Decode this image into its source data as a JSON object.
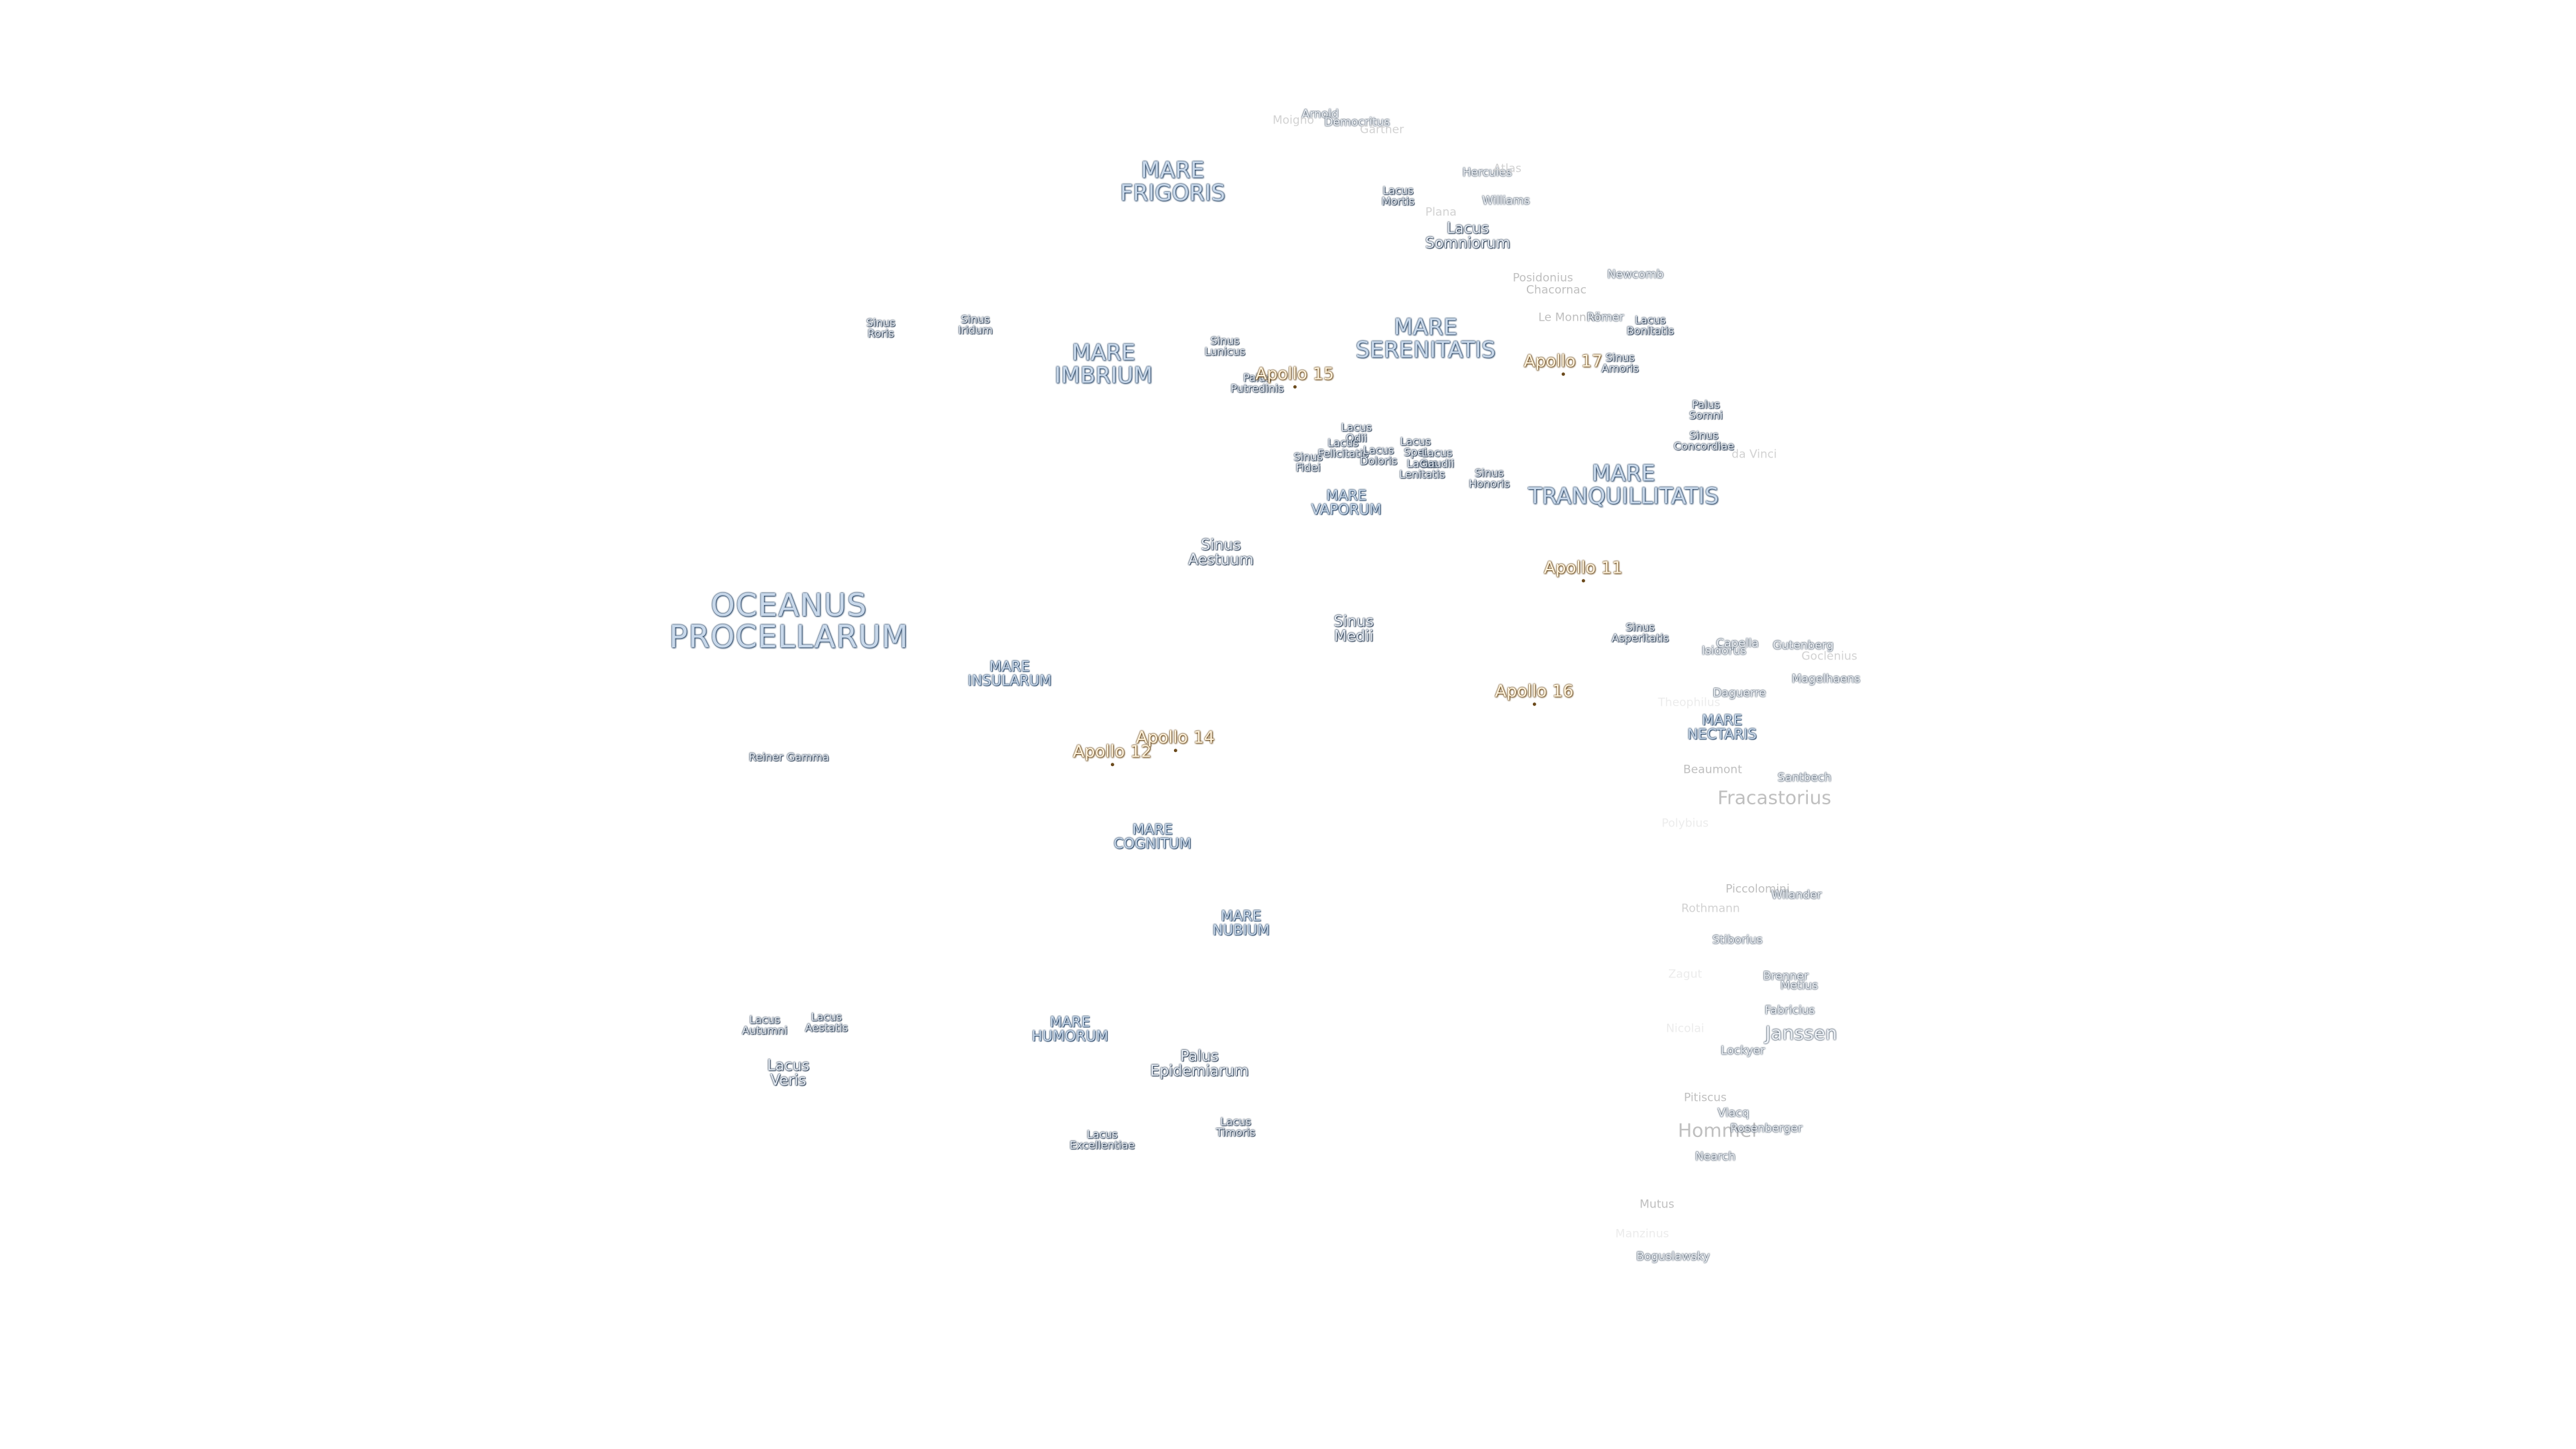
{
  "labels": [
    {
      "name": "OCEANUS PROCELLARUM",
      "kind": "ocean",
      "lines": [
        "OCEANUS",
        "PROCELLARUM"
      ]
    },
    {
      "name": "MARE FRIGORIS",
      "kind": "mare",
      "lines": [
        "MARE",
        "FRIGORIS"
      ]
    },
    {
      "name": "MARE IMBRIUM",
      "kind": "mare",
      "lines": [
        "MARE",
        "IMBRIUM"
      ]
    },
    {
      "name": "MARE SERENITATIS",
      "kind": "mare",
      "lines": [
        "MARE",
        "SERENITATIS"
      ]
    },
    {
      "name": "MARE TRANQUILLITATIS",
      "kind": "mare",
      "lines": [
        "MARE",
        "TRANQUILLITATIS"
      ]
    },
    {
      "name": "MARE INSULARUM",
      "kind": "mare-s",
      "lines": [
        "MARE",
        "INSULARUM"
      ]
    },
    {
      "name": "MARE VAPORUM",
      "kind": "mare-s",
      "lines": [
        "MARE",
        "VAPORUM"
      ]
    },
    {
      "name": "MARE COGNITUM",
      "kind": "mare-s",
      "lines": [
        "MARE",
        "COGNITUM"
      ]
    },
    {
      "name": "MARE NUBIUM",
      "kind": "mare-s",
      "lines": [
        "MARE",
        "NUBIUM"
      ]
    },
    {
      "name": "MARE HUMORUM",
      "kind": "mare-s",
      "lines": [
        "MARE",
        "HUMORUM"
      ]
    },
    {
      "name": "MARE NECTARIS",
      "kind": "mare-s",
      "lines": [
        "MARE",
        "NECTARIS"
      ]
    },
    {
      "name": "Lacus Somniorum",
      "kind": "feat-m",
      "lines": [
        "Lacus",
        "Somniorum"
      ]
    },
    {
      "name": "Sinus Aestuum",
      "kind": "feat-m",
      "lines": [
        "Sinus",
        "Aestuum"
      ]
    },
    {
      "name": "Sinus Medii",
      "kind": "feat-m",
      "lines": [
        "Sinus",
        "Medii"
      ]
    },
    {
      "name": "Lacus Veris",
      "kind": "feat-m",
      "lines": [
        "Lacus",
        "Veris"
      ]
    },
    {
      "name": "Palus Epidemiarum",
      "kind": "feat-m",
      "lines": [
        "Palus",
        "Epidemiarum"
      ]
    },
    {
      "name": "Sinus Roris",
      "kind": "feat",
      "lines": [
        "Sinus",
        "Roris"
      ]
    },
    {
      "name": "Sinus Iridum",
      "kind": "feat",
      "lines": [
        "Sinus",
        "Iridum"
      ]
    },
    {
      "name": "Sinus Lunicus",
      "kind": "feat",
      "lines": [
        "Sinus",
        "Lunicus"
      ]
    },
    {
      "name": "Palus Putredinis",
      "kind": "feat",
      "lines": [
        "Palus",
        "Putredinis"
      ]
    },
    {
      "name": "Lacus Mortis",
      "kind": "feat",
      "lines": [
        "Lacus",
        "Mortis"
      ]
    },
    {
      "name": "Lacus Bonitatis",
      "kind": "feat",
      "lines": [
        "Lacus",
        "Bonitatis"
      ]
    },
    {
      "name": "Sinus Amoris",
      "kind": "feat",
      "lines": [
        "Sinus",
        "Amoris"
      ]
    },
    {
      "name": "Palus Somni",
      "kind": "feat",
      "lines": [
        "Palus",
        "Somni"
      ]
    },
    {
      "name": "Sinus Concordiae",
      "kind": "feat",
      "lines": [
        "Sinus",
        "Concordiae"
      ]
    },
    {
      "name": "Lacus Odii",
      "kind": "feat",
      "lines": [
        "Lacus",
        "Odii"
      ]
    },
    {
      "name": "Lacus Felicitatis",
      "kind": "feat",
      "lines": [
        "Lacus",
        "Felicitatis"
      ]
    },
    {
      "name": "Lacus Doloris",
      "kind": "feat",
      "lines": [
        "Lacus",
        "Doloris"
      ]
    },
    {
      "name": "Sinus Fidei",
      "kind": "feat",
      "lines": [
        "Sinus",
        "Fidei"
      ]
    },
    {
      "name": "Lacus Spei",
      "kind": "feat",
      "lines": [
        "Lacus",
        "Spei"
      ]
    },
    {
      "name": "Lacus Lenitatis",
      "kind": "feat",
      "lines": [
        "Lacus",
        "Lenitatis"
      ]
    },
    {
      "name": "Lacus Gaudii",
      "kind": "feat",
      "lines": [
        "Lacus",
        "Gaudii"
      ]
    },
    {
      "name": "Sinus Honoris",
      "kind": "feat",
      "lines": [
        "Sinus",
        "Honoris"
      ]
    },
    {
      "name": "Sinus Asperitatis",
      "kind": "feat",
      "lines": [
        "Sinus",
        "Asperitatis"
      ]
    },
    {
      "name": "Lacus Autumni",
      "kind": "feat",
      "lines": [
        "Lacus",
        "Autumni"
      ]
    },
    {
      "name": "Lacus Aestatis",
      "kind": "feat",
      "lines": [
        "Lacus",
        "Aestatis"
      ]
    },
    {
      "name": "Lacus Excellentiae",
      "kind": "feat",
      "lines": [
        "Lacus",
        "Excellentiae"
      ]
    },
    {
      "name": "Lacus Timoris",
      "kind": "feat",
      "lines": [
        "Lacus",
        "Timoris"
      ]
    },
    {
      "name": "Reiner Gamma",
      "kind": "feat",
      "lines": [
        "Reiner Gamma"
      ]
    },
    {
      "name": "Apollo 11",
      "kind": "apollo",
      "lines": [
        "Apollo 11"
      ]
    },
    {
      "name": "Apollo 12",
      "kind": "apollo",
      "lines": [
        "Apollo 12"
      ]
    },
    {
      "name": "Apollo 14",
      "kind": "apollo",
      "lines": [
        "Apollo 14"
      ]
    },
    {
      "name": "Apollo 15",
      "kind": "apollo",
      "lines": [
        "Apollo 15"
      ]
    },
    {
      "name": "Apollo 16",
      "kind": "apollo",
      "lines": [
        "Apollo 16"
      ]
    },
    {
      "name": "Apollo 17",
      "kind": "apollo",
      "lines": [
        "Apollo 17"
      ]
    },
    {
      "name": "Arnold",
      "kind": "crater",
      "lines": [
        "Arnold"
      ]
    },
    {
      "name": "Democritus",
      "kind": "crater",
      "lines": [
        "Democritus"
      ]
    },
    {
      "name": "Gärtner",
      "kind": "crater faint2",
      "lines": [
        "Gärtner"
      ]
    },
    {
      "name": "Moigno",
      "kind": "crater faint2",
      "lines": [
        "Moigno"
      ]
    },
    {
      "name": "Hercules",
      "kind": "crater",
      "lines": [
        "Hercules"
      ]
    },
    {
      "name": "Atlas",
      "kind": "crater faint2",
      "lines": [
        "Atlas"
      ]
    },
    {
      "name": "Williams",
      "kind": "crater",
      "lines": [
        "Williams"
      ]
    },
    {
      "name": "Plana",
      "kind": "crater faint2",
      "lines": [
        "Plana"
      ]
    },
    {
      "name": "Posidonius",
      "kind": "crater faint",
      "lines": [
        "Posidonius"
      ]
    },
    {
      "name": "Chacornac",
      "kind": "crater faint",
      "lines": [
        "Chacornac"
      ]
    },
    {
      "name": "Newcomb",
      "kind": "crater",
      "lines": [
        "Newcomb"
      ]
    },
    {
      "name": "Le Monnier",
      "kind": "crater faint",
      "lines": [
        "Le Monnier"
      ]
    },
    {
      "name": "Römer",
      "kind": "crater",
      "lines": [
        "Römer"
      ]
    },
    {
      "name": "da Vinci",
      "kind": "crater faint2",
      "lines": [
        "da Vinci"
      ]
    },
    {
      "name": "Isidorus",
      "kind": "crater",
      "lines": [
        "Isidorus"
      ]
    },
    {
      "name": "Capella",
      "kind": "crater",
      "lines": [
        "Capella"
      ]
    },
    {
      "name": "Gutenberg",
      "kind": "crater",
      "lines": [
        "Gutenberg"
      ]
    },
    {
      "name": "Goclenius",
      "kind": "crater faint2",
      "lines": [
        "Goclenius"
      ]
    },
    {
      "name": "Magelhaens",
      "kind": "crater",
      "lines": [
        "Magelhaens"
      ]
    },
    {
      "name": "Daguerre",
      "kind": "crater",
      "lines": [
        "Daguerre"
      ]
    },
    {
      "name": "Theophilus",
      "kind": "crater faint3",
      "lines": [
        "Theophilus"
      ]
    },
    {
      "name": "Beaumont",
      "kind": "crater faint",
      "lines": [
        "Beaumont"
      ]
    },
    {
      "name": "Santbech",
      "kind": "crater",
      "lines": [
        "Santbech"
      ]
    },
    {
      "name": "Fracastorius",
      "kind": "crater-l faint",
      "lines": [
        "Fracastorius"
      ]
    },
    {
      "name": "Polybius",
      "kind": "crater faint3",
      "lines": [
        "Polybius"
      ]
    },
    {
      "name": "Piccolomini",
      "kind": "crater faint",
      "lines": [
        "Piccolomini"
      ]
    },
    {
      "name": "Wilander",
      "kind": "crater",
      "lines": [
        "Wilander"
      ]
    },
    {
      "name": "Rothmann",
      "kind": "crater faint2",
      "lines": [
        "Rothmann"
      ]
    },
    {
      "name": "Stiborius",
      "kind": "crater",
      "lines": [
        "Stiborius"
      ]
    },
    {
      "name": "Brenner",
      "kind": "crater",
      "lines": [
        "Brenner"
      ]
    },
    {
      "name": "Metius",
      "kind": "crater",
      "lines": [
        "Metius"
      ]
    },
    {
      "name": "Fabricius",
      "kind": "crater",
      "lines": [
        "Fabricius"
      ]
    },
    {
      "name": "Janssen",
      "kind": "crater-l",
      "lines": [
        "Janssen"
      ]
    },
    {
      "name": "Lockyer",
      "kind": "crater",
      "lines": [
        "Lockyer"
      ]
    },
    {
      "name": "Zagut",
      "kind": "crater faint3",
      "lines": [
        "Zagut"
      ]
    },
    {
      "name": "Nicolai",
      "kind": "crater faint3",
      "lines": [
        "Nicolai"
      ]
    },
    {
      "name": "Pitiscus",
      "kind": "crater faint",
      "lines": [
        "Pitiscus"
      ]
    },
    {
      "name": "Vlacq",
      "kind": "crater",
      "lines": [
        "Vlacq"
      ]
    },
    {
      "name": "Hommel",
      "kind": "crater-l faint",
      "lines": [
        "Hommel"
      ]
    },
    {
      "name": "Rosenberger",
      "kind": "crater",
      "lines": [
        "Rosenberger"
      ]
    },
    {
      "name": "Nearch",
      "kind": "crater",
      "lines": [
        "Nearch"
      ]
    },
    {
      "name": "Mutus",
      "kind": "crater faint",
      "lines": [
        "Mutus"
      ]
    },
    {
      "name": "Manzinus",
      "kind": "crater faint3",
      "lines": [
        "Manzinus"
      ]
    },
    {
      "name": "Boguslawsky",
      "kind": "crater",
      "lines": [
        "Boguslawsky"
      ]
    }
  ]
}
